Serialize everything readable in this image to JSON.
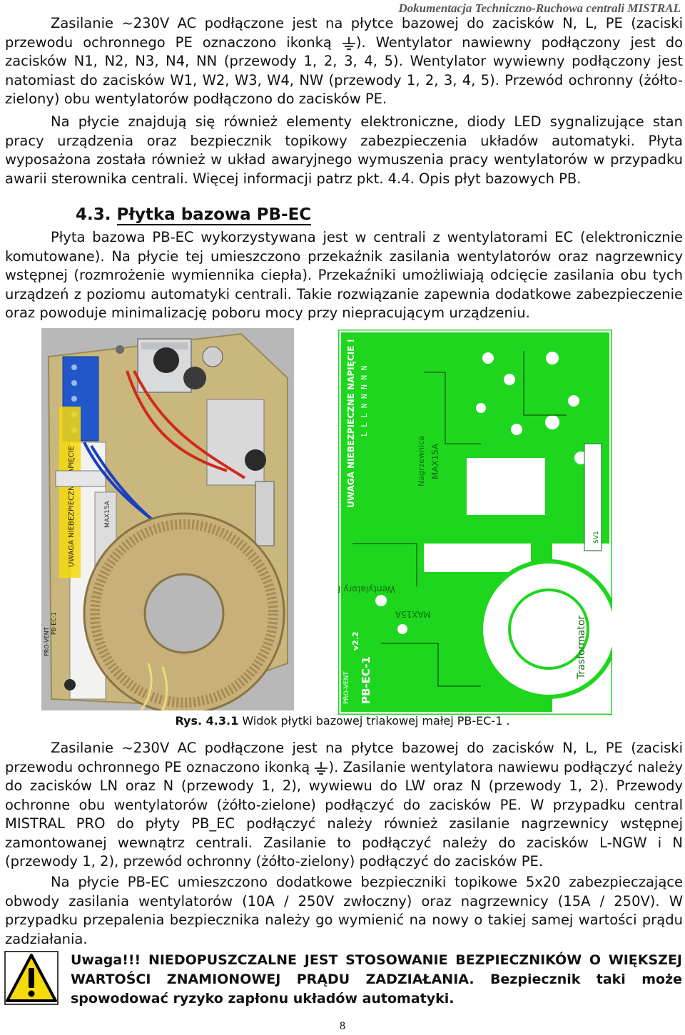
{
  "header": "Dokumentacja Techniczno-Ruchowa centrali MISTRAL",
  "para1_line1": "Zasilanie ~230V AC podłączone jest na płytce bazowej do zacisków N, L, PE (zaciski przewodu ochronnego PE oznaczono ikonką",
  "para1_rest": "). Wentylator nawiewny podłączony jest do zacisków N1, N2, N3, N4, NN (przewody 1, 2, 3, 4, 5). Wentylator wywiewny podłączony jest natomiast do zacisków W1, W2, W3, W4, NW (przewody 1, 2, 3, 4, 5). Przewód ochronny (żółto-zielony) obu wentylatorów podłączono do zacisków PE.",
  "para2": "Na płycie znajdują się również elementy elektroniczne, diody LED sygnalizujące stan pracy urządzenia oraz bezpiecznik topikowy zabezpieczenia układów automatyki. Płyta wyposażona została również w układ awaryjnego wymuszenia pracy wentylatorów w przypadku awarii sterownika centrali. Więcej informacji patrz pkt. 4.4. Opis płyt bazowych PB.",
  "section_number": "4.3.",
  "section_title": "Płytka bazowa PB-EC",
  "para3": "Płyta bazowa PB-EC wykorzystywana jest w centrali z wentylatorami EC (elektronicznie komutowane). Na płycie tej umieszczono przekaźnik zasilania wentylatorów oraz nagrzewnicy wstępnej (rozmrożenie wymiennika ciepła). Przekaźniki umożliwiają odcięcie zasilania obu tych urządzeń z poziomu automatyki centrali. Takie rozwiązanie zapewnia dodatkowe zabezpieczenie oraz powoduje minimalizację poboru mocy przy niepracującym urządzeniu.",
  "caption_label": "Rys. 4.3.1",
  "caption_text": "Widok płytki bazowej triakowej małej PB-EC-1 .",
  "para4_start": "Zasilanie ~230V AC podłączone jest na płytce bazowej do zacisków N, L, PE (zaciski przewodu ochronnego PE oznaczono ikonką",
  "para4_rest": "). Zasilanie wentylatora nawiewu podłączyć należy do zacisków LN oraz N (przewody 1, 2), wywiewu do LW oraz N (przewody 1, 2). Przewody ochronne obu wentylatorów (żółto-zielone) podłączyć do zacisków PE. W przypadku central MISTRAL PRO do płyty PB_EC podłączyć należy również zasilanie nagrzewnicy wstępnej zamontowanej wewnątrz centrali. Zasilanie to podłączyć należy do zacisków L-NGW i N (przewody 1, 2), przewód ochronny (żółto-zielony) podłączyć do zacisków PE.",
  "para5": "Na płycie PB-EC umieszczono dodatkowe bezpieczniki topikowe 5x20 zabezpieczające obwody zasilania wentylatorów (10A / 250V zwłoczny) oraz nagrzewnicy (15A / 250V). W przypadku przepalenia bezpiecznika należy go wymienić na nowy o takiej samej wartości prądu zadziałania.",
  "warning": "Uwaga!!! NIEDOPUSZCZALNE JEST STOSOWANIE BEZPIECZNIKÓW O WIĘKSZEJ WARTOŚCI ZNAMIONOWEJ PRĄDU ZADZIAŁANIA. Bezpiecznik taki może spowodować ryzyko zapłonu układów automatyki.",
  "page_number": "8",
  "pcb_labels": {
    "warning_text": "UWAGA NIEBEZPIECZNE NAPIĘCIE !",
    "fan_label": "Wentylatory EC",
    "trafo": "Trasformator",
    "board": "PB-EC-1",
    "version": "v2.2",
    "brand": "PRO-VENT",
    "fuse1": "MAX15A",
    "fuse2": "MAX15A",
    "heater": "Nagrzewnica",
    "terminals": "L L L N N N N N",
    "sv": "SV1"
  },
  "photo_labels": {
    "warning_text": "UWAGA NIEBEZPIECZNE NAPIĘCIE",
    "fuse": "MAX15A",
    "board": "PB-EC-1",
    "brand": "PRO-VENT"
  },
  "colors": {
    "pcb_green": "#1fd61f",
    "pcb_bg": "#ffffff",
    "photo_bg": "#b8b8b8",
    "board_beige": "#c9b77e",
    "warning_yellow": "#f5d90a"
  }
}
